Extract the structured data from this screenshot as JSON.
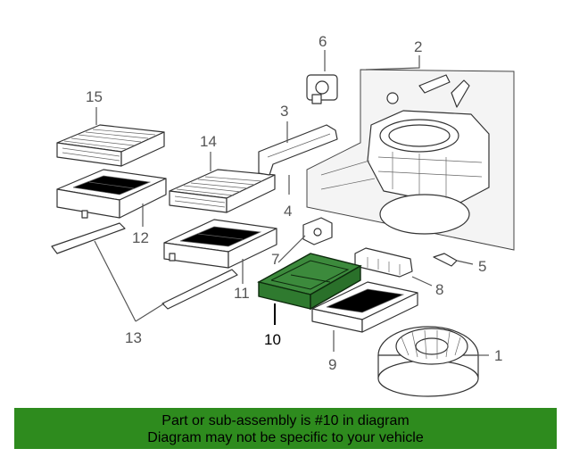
{
  "callouts": {
    "c1": "1",
    "c2": "2",
    "c3": "3",
    "c4": "4",
    "c5": "5",
    "c6": "6",
    "c7": "7",
    "c8": "8",
    "c9": "9",
    "c10": "10",
    "c11": "11",
    "c12": "12",
    "c13": "13",
    "c14": "14",
    "c15": "15"
  },
  "highlight": {
    "part": "10",
    "color": "#3c8a3c"
  },
  "banner": {
    "line1": "Part or sub-assembly is #10 in diagram",
    "line2": "Diagram may not be specific to your vehicle",
    "background": "#2e8b1e"
  }
}
